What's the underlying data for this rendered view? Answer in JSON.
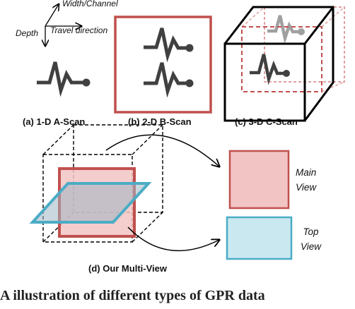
{
  "axes": {
    "width_channel": "Width/Channel",
    "depth": "Depth",
    "travel_direction": "Travel direction"
  },
  "captions": {
    "a": "(a) 1-D A-Scan",
    "b": "(b) 2-D B-Scan",
    "c": "(c) 3-D C-Scan",
    "d": "(d) Our Multi-View"
  },
  "views": {
    "main_line1": "Main",
    "main_line2": "View",
    "top_line1": "Top",
    "top_line2": "View"
  },
  "bottom_text": "A  illustration  of  different  types  of  GPR  data",
  "colors": {
    "signal": "#404040",
    "red": "#c0504d",
    "red_fill": "#f2c4c4",
    "cyan": "#4bacc6",
    "cyan_fill": "#c9e8ef",
    "faded_signal": "#a0a0a0",
    "faded_red": "#e0a0a0"
  }
}
